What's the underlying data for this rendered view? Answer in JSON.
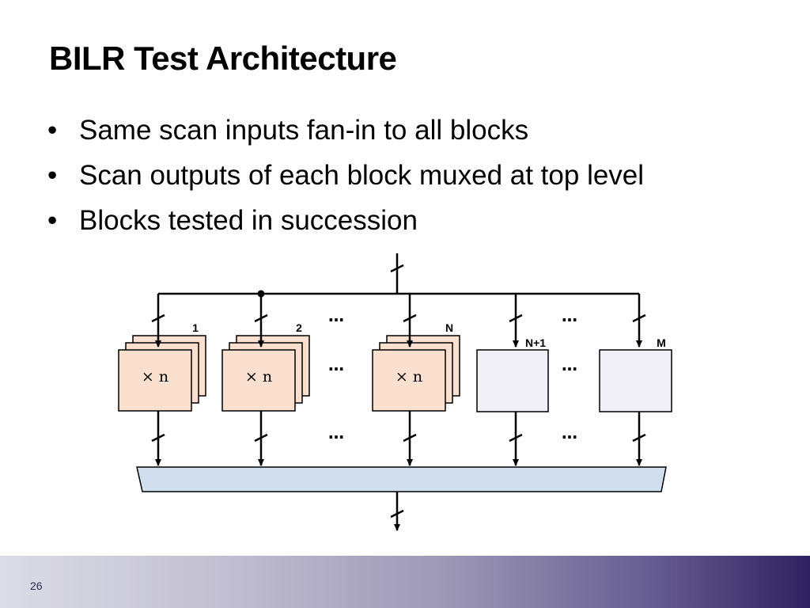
{
  "slide": {
    "title": "BILR Test Architecture",
    "bullets": [
      "Same scan inputs fan-in to all blocks",
      "Scan outputs of each block muxed at top level",
      "Blocks tested in succession"
    ],
    "page_number": "26"
  },
  "diagram": {
    "stacked_block_text": "× n",
    "ellipsis": "…",
    "labels": [
      "1",
      "2",
      "N",
      "N+1",
      "M"
    ],
    "colors": {
      "stacked_block_fill": "#fbe0cf",
      "single_block_fill": "#f2f0f7",
      "mux_fill": "#d0deee",
      "line": "#000000"
    }
  }
}
